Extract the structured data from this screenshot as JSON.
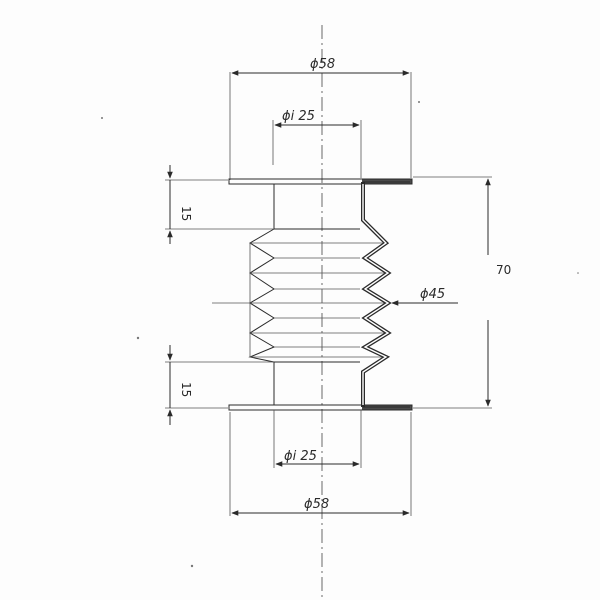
{
  "drawing": {
    "dims": {
      "outer_top": "ϕ58",
      "inner_top": "ϕi 25",
      "flange_top": "15",
      "height": "70",
      "bellows": "ϕ45",
      "flange_bottom": "15",
      "inner_bottom": "ϕi 25",
      "outer_bottom": "ϕ58"
    },
    "colors": {
      "ink": "#2a2a2a",
      "paper": "#fdfdfd"
    }
  }
}
